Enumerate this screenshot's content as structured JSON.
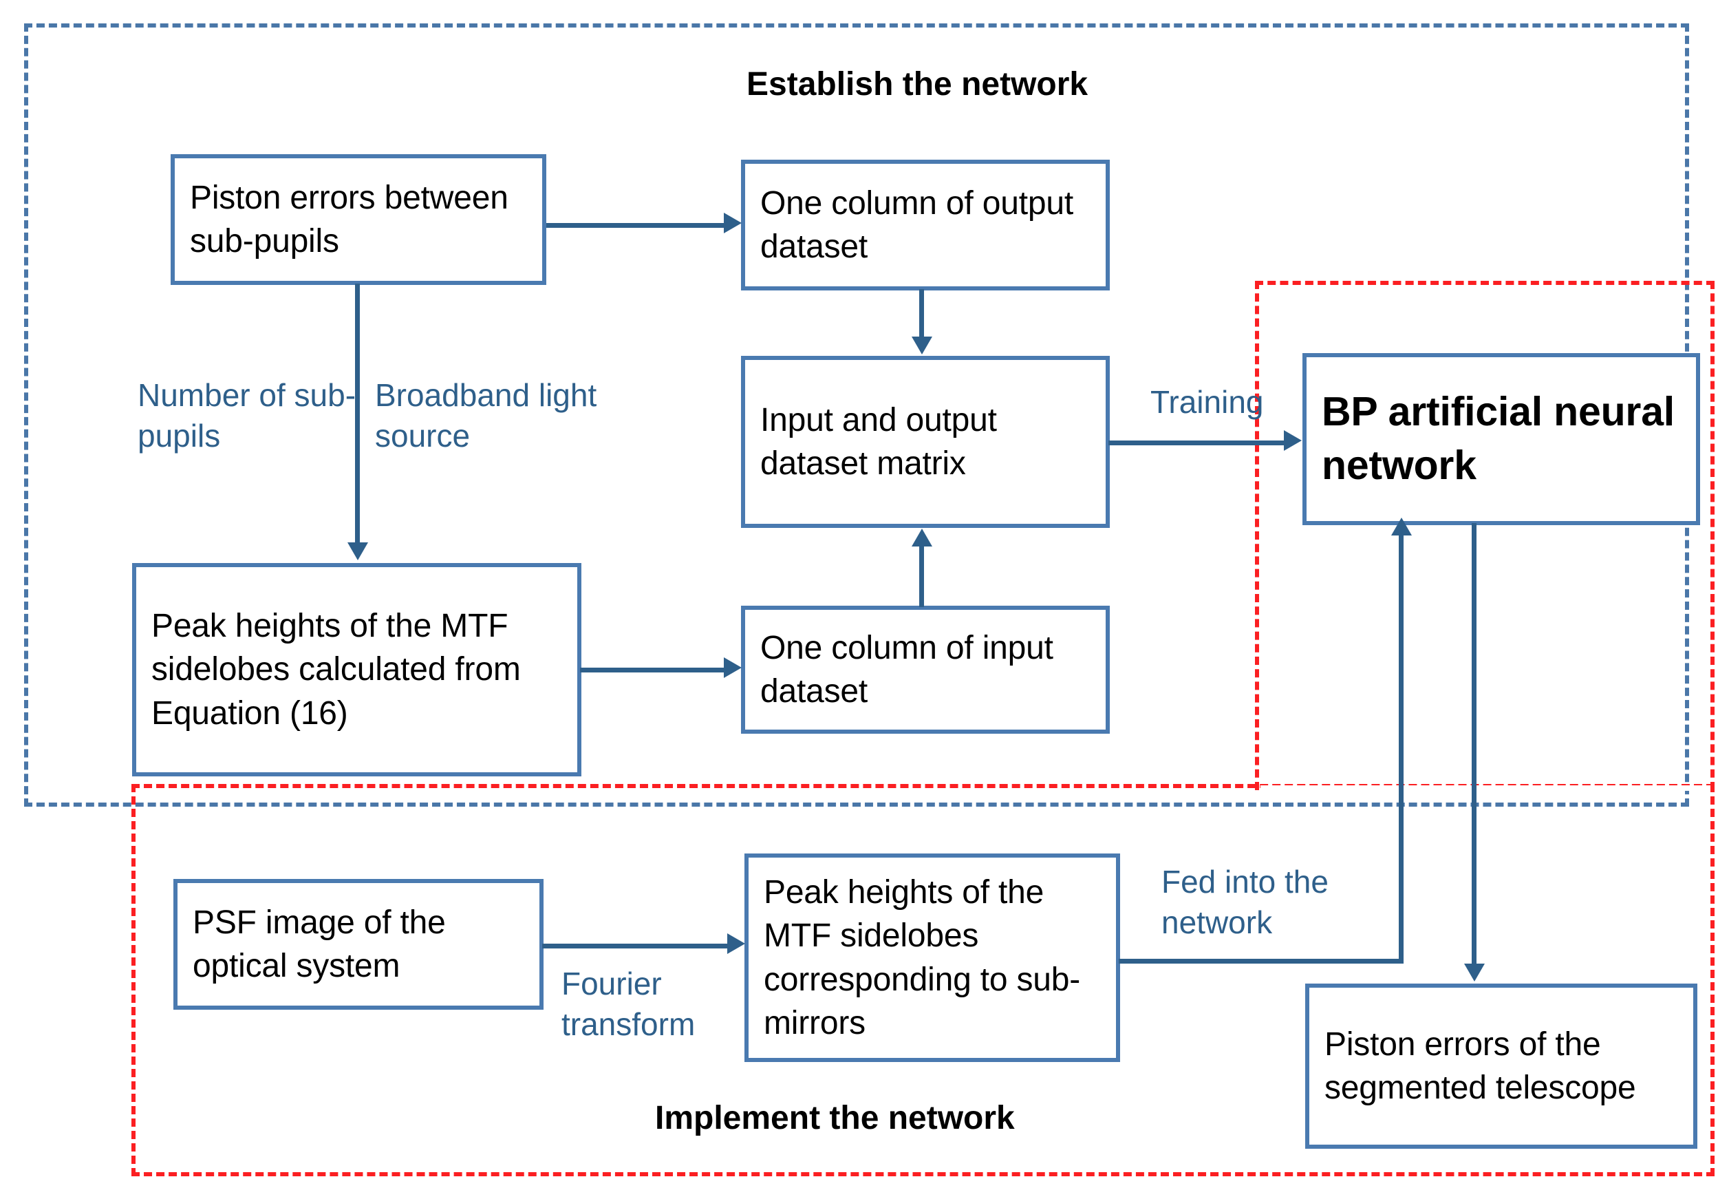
{
  "diagram": {
    "title": "BP artificial neural network piston sensing flowchart",
    "colors": {
      "box_border": "#4a7ab0",
      "connector": "#2e5f8a",
      "establish_region_border": "#4a77a8",
      "implement_region_border": "#fb1f22",
      "label_text": "#2e5f8a",
      "box_text": "#000000"
    },
    "headings": {
      "establish": "Establish the network",
      "implement": "Implement the network"
    },
    "boxes": {
      "piston_errors_subpupils": "Piston errors between sub-pupils",
      "output_column": "One column of output dataset",
      "dataset_matrix": "Input and output dataset matrix",
      "bp_network": "BP artificial neural network",
      "mtf_peaks_eq16": "Peak heights of the MTF sidelobes  calculated from Equation (16)",
      "input_column": "One column of input dataset",
      "psf_image": "PSF image of the optical system",
      "mtf_peaks_submirrors": "Peak heights of the MTF  sidelobes corresponding to sub-mirrors",
      "piston_errors_telescope": "Piston errors of the segmented telescope"
    },
    "edge_labels": {
      "number_of_subpupils": "Number of sub-pupils",
      "broadband_light_source": "Broadband light source",
      "training": "Training",
      "fourier_transform": "Fourier transform",
      "fed_into_network": "Fed into the network"
    }
  }
}
